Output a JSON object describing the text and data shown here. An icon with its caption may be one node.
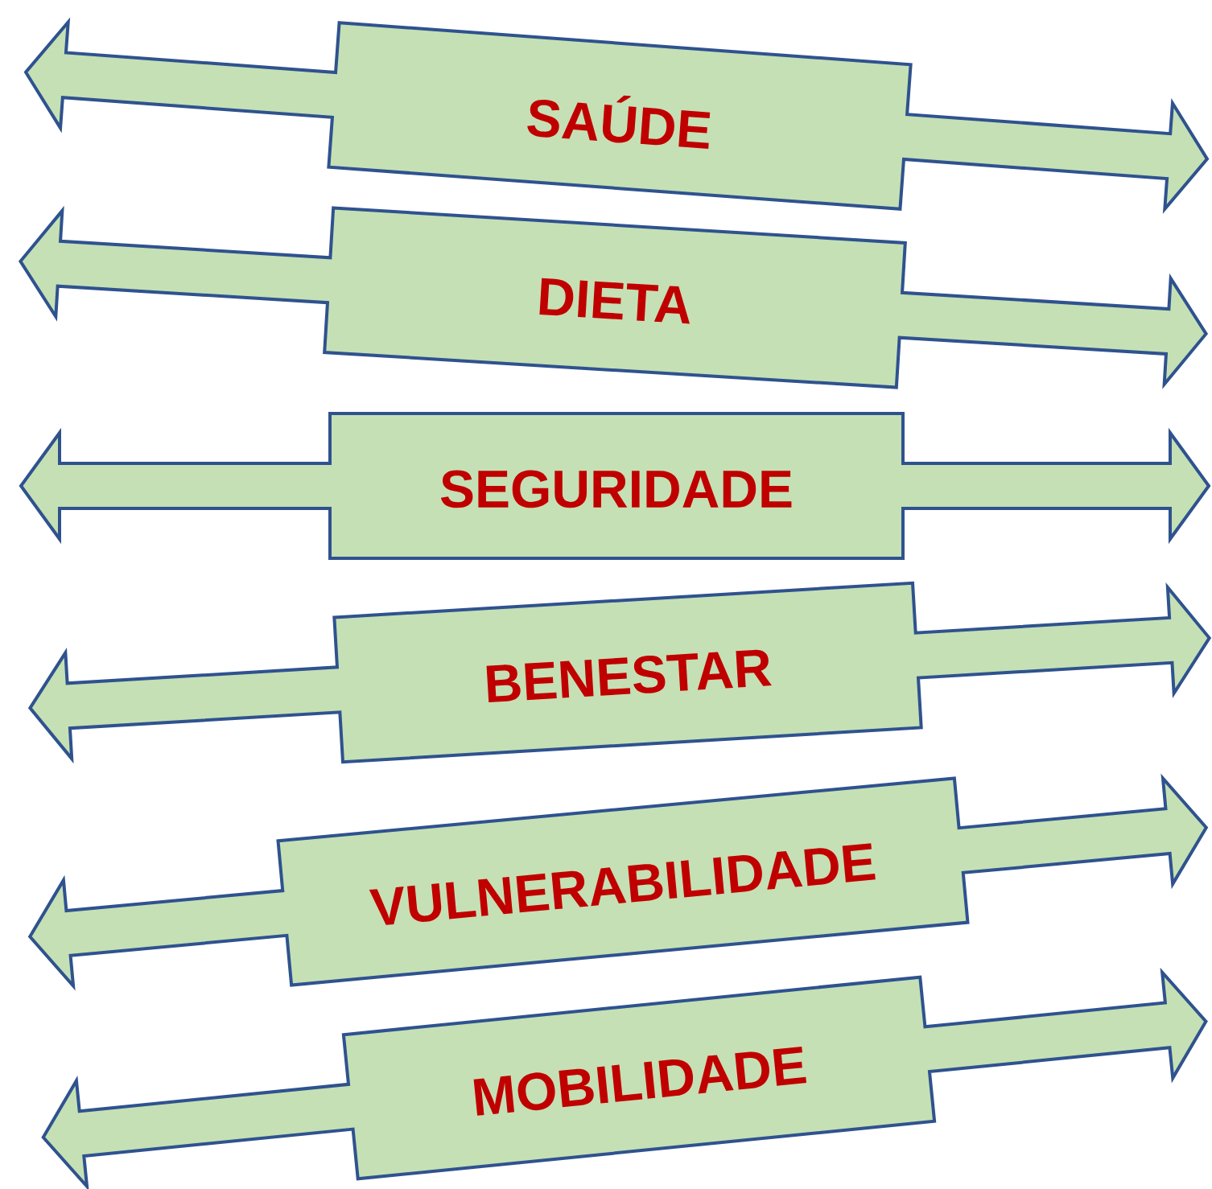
{
  "diagram": {
    "nodes": [
      {
        "text": [
          "SAÚDE"
        ]
      },
      {
        "text": [
          "DIETA"
        ]
      },
      {
        "text": [
          "SEGURIDADE"
        ]
      },
      {
        "text": [
          "BENESTAR"
        ]
      },
      {
        "text": [
          "VULNERABILIDADE"
        ]
      },
      {
        "text": [
          "MOBILIDADE"
        ]
      }
    ]
  }
}
